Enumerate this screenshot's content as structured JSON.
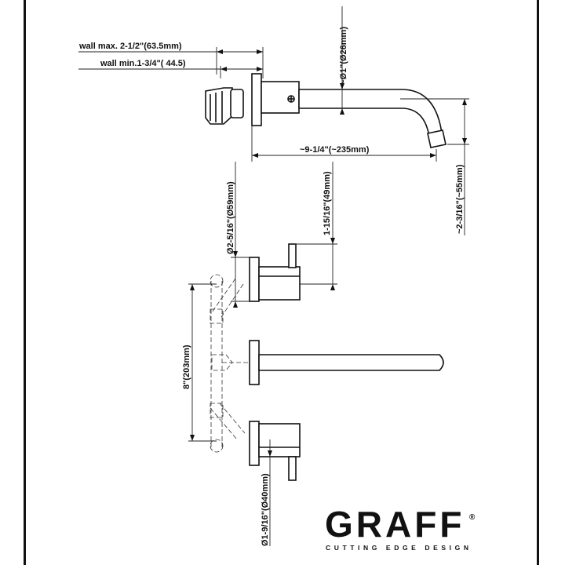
{
  "dimensions": {
    "wall_max": "wall max. 2-1/2\"(63.5mm)",
    "wall_min": "wall min.1-3/4\"( 44.5)",
    "spout_diameter": "~Ø1\"(Ø26mm)",
    "spout_length": "~9-1/4\"(~235mm)",
    "spout_drop": "~2-3/16\"(~55mm)",
    "handle_rosette": "Ø2-5/16\"(Ø59mm)",
    "handle_height": "1-15/16\"(49mm)",
    "valve_spacing": "8\"(203mm)",
    "spout_rosette": "Ø1-9/16\"(Ø40mm)"
  },
  "brand": {
    "name": "GRAFF",
    "mark": "®",
    "tagline": "CUTTING EDGE DESIGN"
  }
}
